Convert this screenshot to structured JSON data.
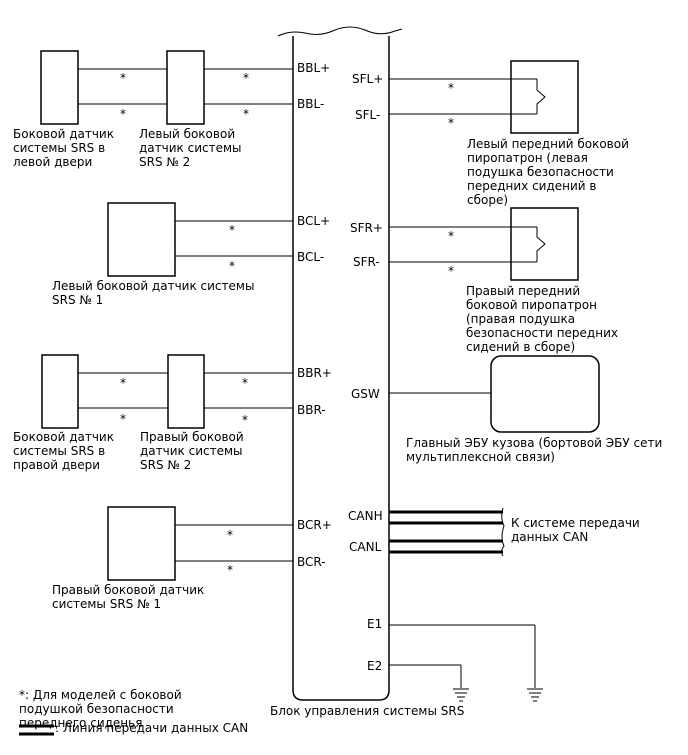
{
  "pins": {
    "bbl_plus": "BBL+",
    "bbl_minus": "BBL-",
    "bcl_plus": "BCL+",
    "bcl_minus": "BCL-",
    "bbr_plus": "BBR+",
    "bbr_minus": "BBR-",
    "bcr_plus": "BCR+",
    "bcr_minus": "BCR-",
    "sfl_plus": "SFL+",
    "sfl_minus": "SFL-",
    "sfr_plus": "SFR+",
    "sfr_minus": "SFR-",
    "gsw": "GSW",
    "canh": "CANH",
    "canl": "CANL",
    "e1": "E1",
    "e2": "E2"
  },
  "wire_mark": "*",
  "components": {
    "left_door_sensor": [
      "Боковой датчик",
      "системы SRS в",
      "левой двери"
    ],
    "left_side_sensor_2": [
      "Левый боковой",
      "датчик системы",
      "SRS № 2"
    ],
    "left_side_sensor_1": [
      "Левый боковой датчик системы",
      "SRS № 1"
    ],
    "right_door_sensor": [
      "Боковой датчик",
      "системы SRS в",
      "правой двери"
    ],
    "right_side_sensor_2": [
      "Правый боковой",
      "датчик системы",
      "SRS № 2"
    ],
    "right_side_sensor_1": [
      "Правый боковой датчик",
      "системы SRS № 1"
    ],
    "left_squib": [
      "Левый передний боковой",
      "пиропатрон (левая",
      "подушка безопасности",
      "передних сидений в",
      "сборе)"
    ],
    "right_squib": [
      "Правый передний",
      "боковой пиропатрон",
      "(правая подушка",
      "безопасности передних",
      "сидений в сборе)"
    ],
    "body_ecu": [
      "Главный ЭБУ кузова (бортовой ЭБУ сети",
      "мультиплексной связи)"
    ],
    "can_target": [
      "К системе передачи",
      "данных CAN"
    ],
    "srs_unit": "Блок управления системы SRS"
  },
  "legend": {
    "asterisk_note": [
      "*: Для моделей с боковой",
      "подушкой безопасности",
      "переднего сиденья"
    ],
    "can_line_note": ": Линия передачи данных CAN"
  }
}
